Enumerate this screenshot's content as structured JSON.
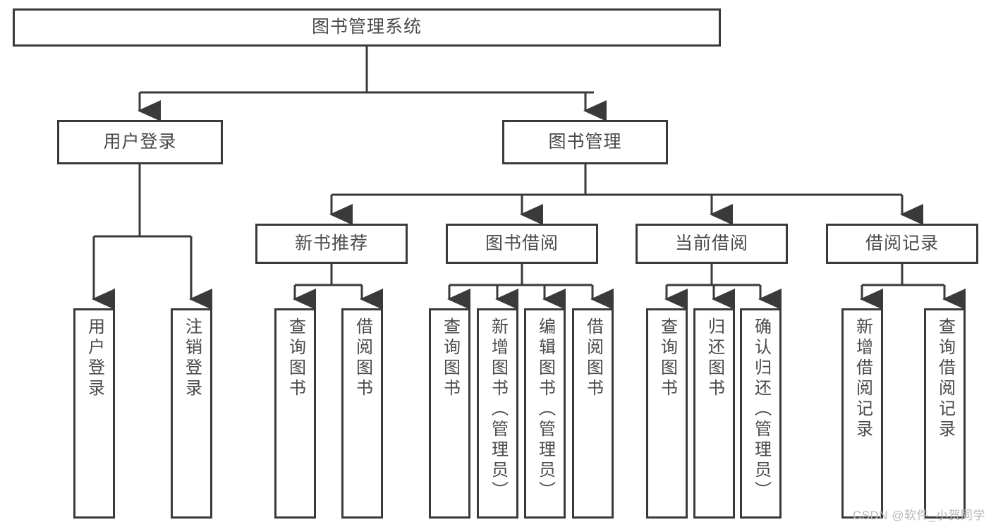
{
  "diagram": {
    "title": "图书管理系统",
    "type": "tree-hierarchy-chart",
    "watermark": "CSDN @软件_小贺同学",
    "colors": {
      "stroke": "#3a3a3a",
      "text": "#4a4a4a",
      "background": "#ffffff",
      "watermark": "#b9b9b9"
    }
  },
  "nodes": {
    "root": {
      "label": "图书管理系统"
    },
    "level1": [
      {
        "label": "用户登录"
      },
      {
        "label": "图书管理"
      }
    ],
    "level2": [
      {
        "label": "新书推荐"
      },
      {
        "label": "图书借阅"
      },
      {
        "label": "当前借阅"
      },
      {
        "label": "借阅记录"
      }
    ],
    "leaves": {
      "user_login": [
        {
          "label": "用户登录"
        },
        {
          "label": "注销登录"
        }
      ],
      "new_book_recommend": [
        {
          "label": "查询图书"
        },
        {
          "label": "借阅图书"
        }
      ],
      "book_borrow": [
        {
          "label": "查询图书"
        },
        {
          "label": "新增图书（管理员）"
        },
        {
          "label": "编辑图书（管理员）"
        },
        {
          "label": "借阅图书"
        }
      ],
      "current_borrow": [
        {
          "label": "查询图书"
        },
        {
          "label": "归还图书"
        },
        {
          "label": "确认归还（管理员）"
        }
      ],
      "borrow_record": [
        {
          "label": "新增借阅记录"
        },
        {
          "label": "查询借阅记录"
        }
      ]
    }
  }
}
